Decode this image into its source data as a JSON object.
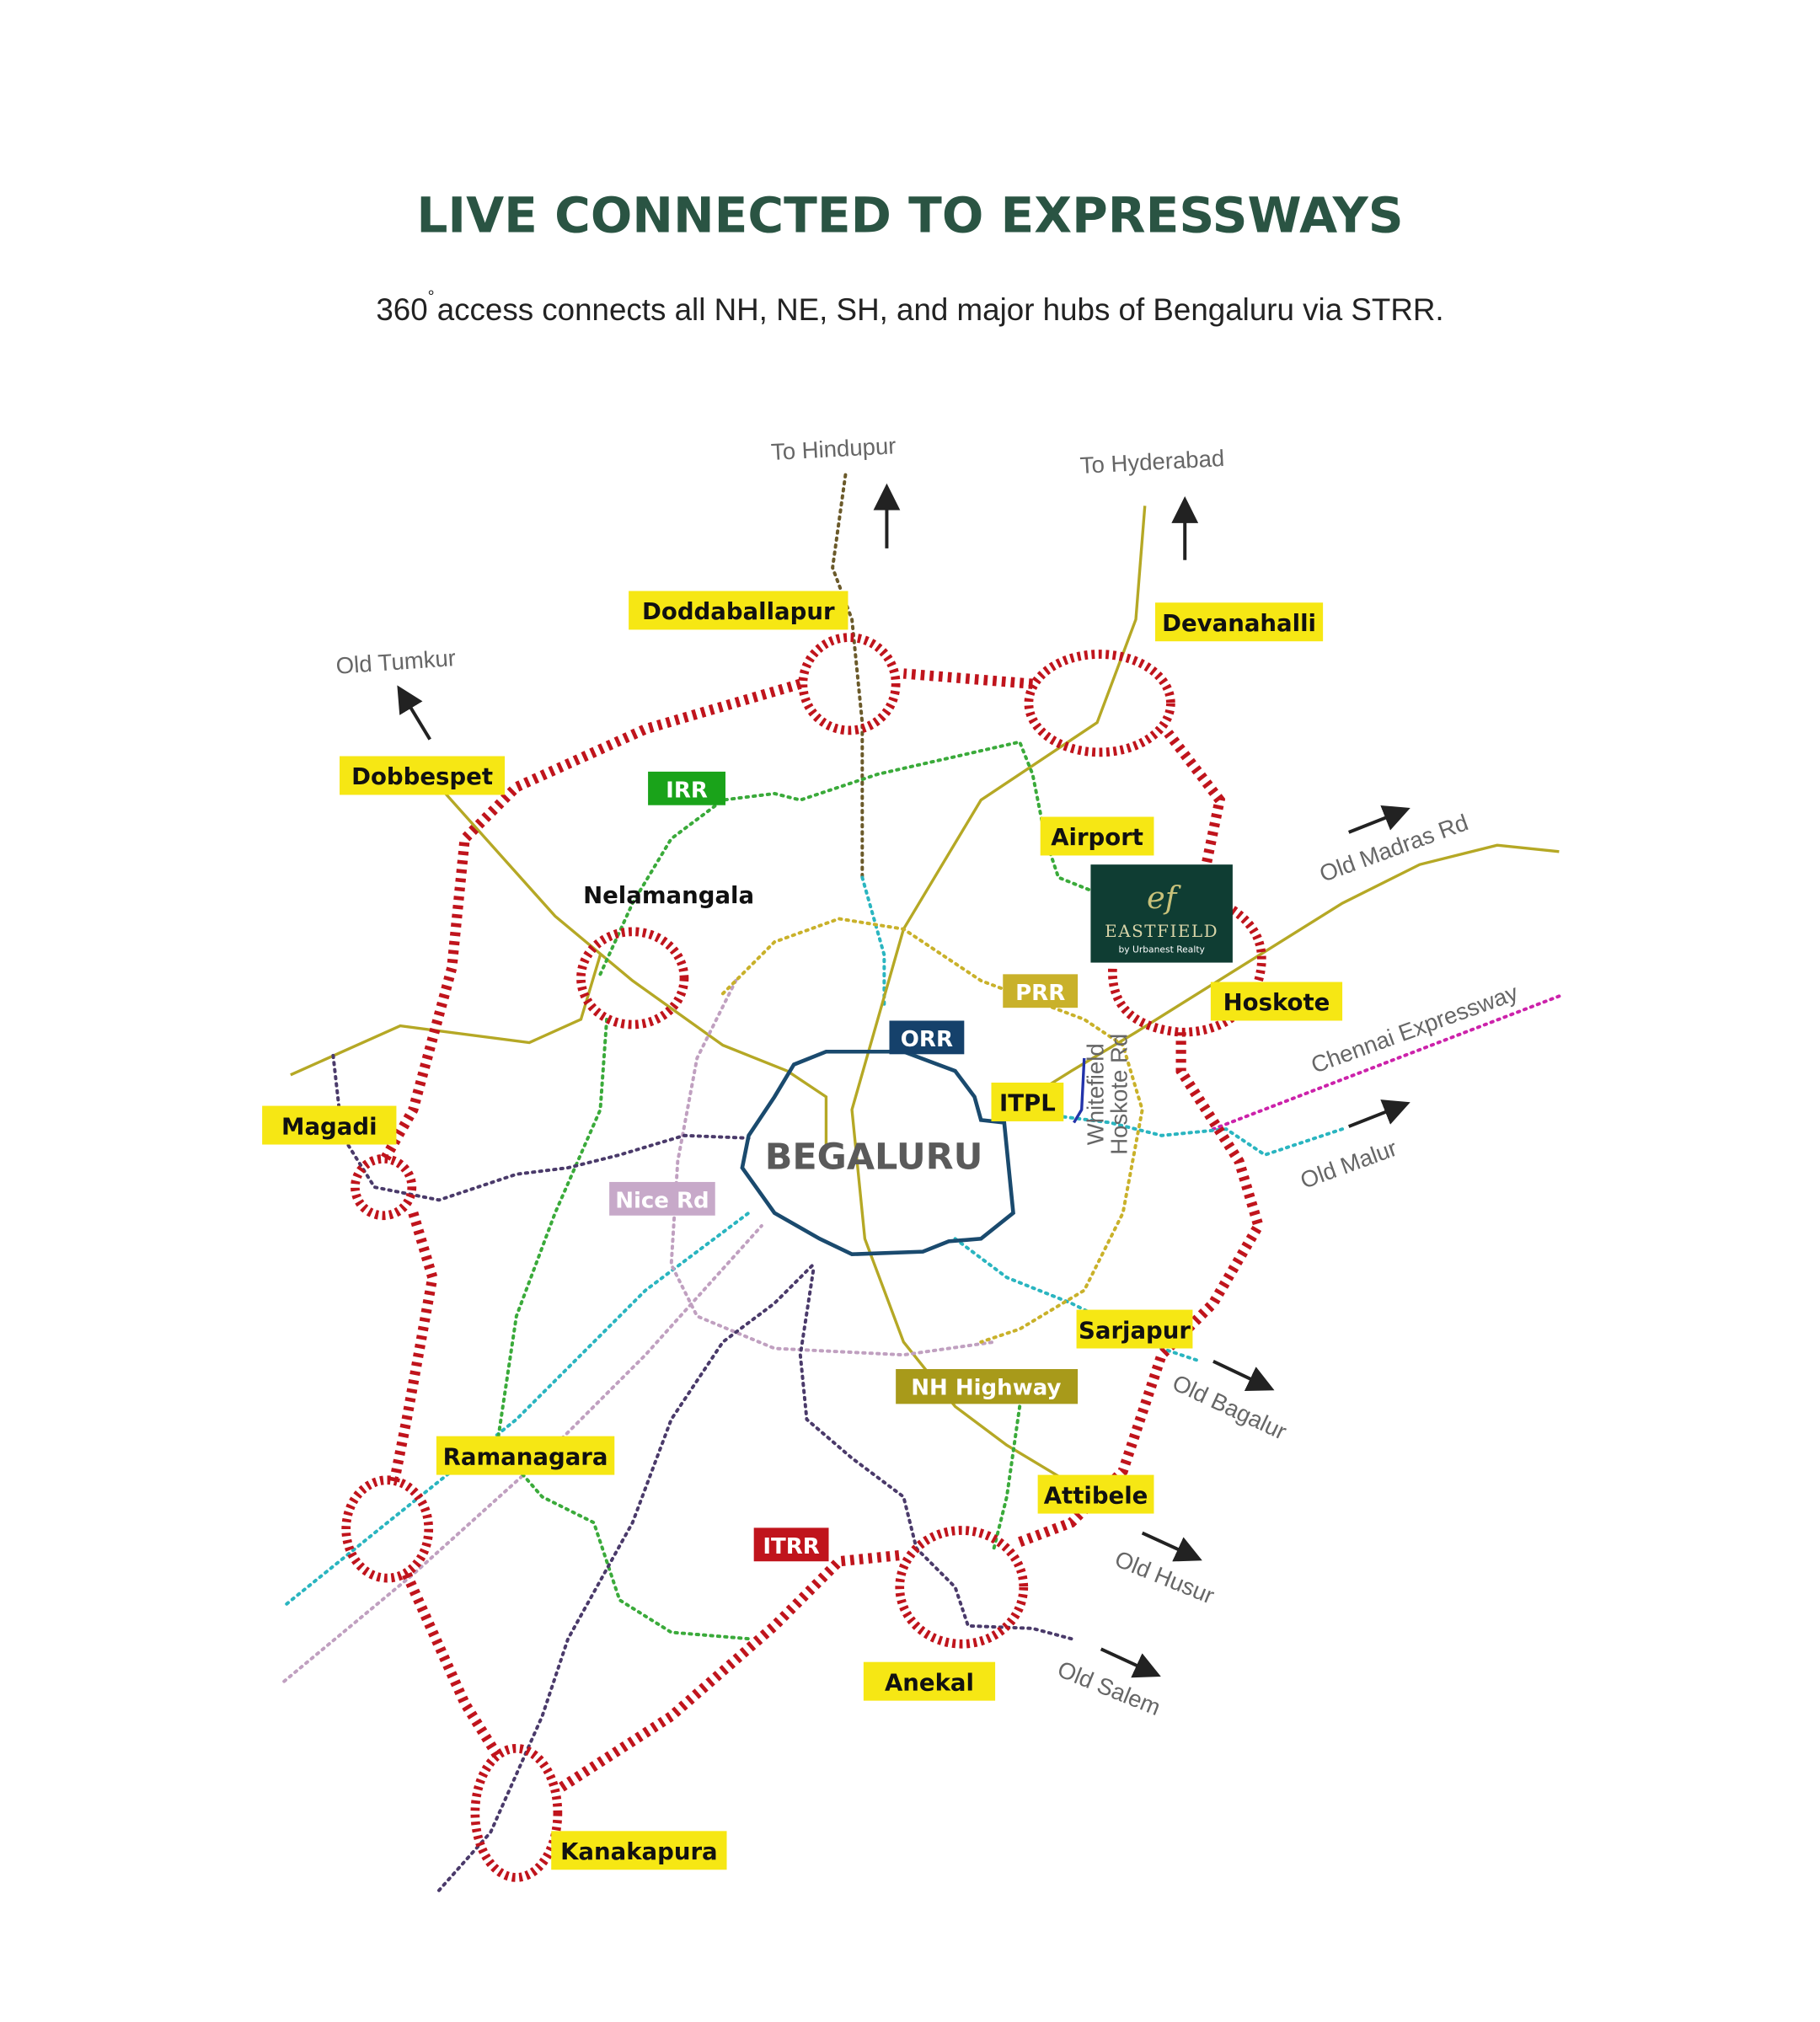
{
  "header": {
    "title": "LIVE CONNECTED TO EXPRESSWAYS",
    "subtitle_degree": "360",
    "degree_sign": "°",
    "subtitle": "access connects all NH, NE, SH, and major hubs of Bengaluru via STRR."
  },
  "map": {
    "city": "BEGALURU",
    "places": {
      "doddaballapur": "Doddaballapur",
      "devanahalli": "Devanahalli",
      "dobbespet": "Dobbespet",
      "airport": "Airport",
      "hoskote": "Hoskote",
      "magadi": "Magadi",
      "itpl": "ITPL",
      "sarjapur": "Sarjapur",
      "ramanagara": "Ramanagara",
      "attibele": "Attibele",
      "anekal": "Anekal",
      "kanakapura": "Kanakapura",
      "nelamangala": "Nelamangala"
    },
    "roads": {
      "irr": "IRR",
      "prr": "PRR",
      "orr": "ORR",
      "nice": "Nice Rd",
      "nh": "NH Highway",
      "itrr": "ITRR",
      "whitefield": "Whitefield",
      "hoskote_rd": "Hoskote Rd"
    },
    "directions": {
      "hindupur": "To Hindupur",
      "hyderabad": "To Hyderabad",
      "tumkur": "Old Tumkur",
      "madras": "Old Madras Rd",
      "chennai": "Chennai Expressway",
      "malur": "Old Malur",
      "bagalur": "Old Bagalur",
      "husur": "Old Husur",
      "salem": "Old Salem"
    },
    "logo": {
      "brand": "EASTFIELD",
      "tagline": "by Urbanest Realty",
      "monogram": "ef"
    }
  },
  "colors": {
    "title": "#2a5443",
    "strr": "#c0141c",
    "label_bg": "#f6e714",
    "orr": "#15416b",
    "irr": "#1aa31a",
    "prr": "#c9b12a",
    "nice": "#c7a9c9",
    "nh": "#a89a1a",
    "logo_bg": "#0f3d33"
  }
}
